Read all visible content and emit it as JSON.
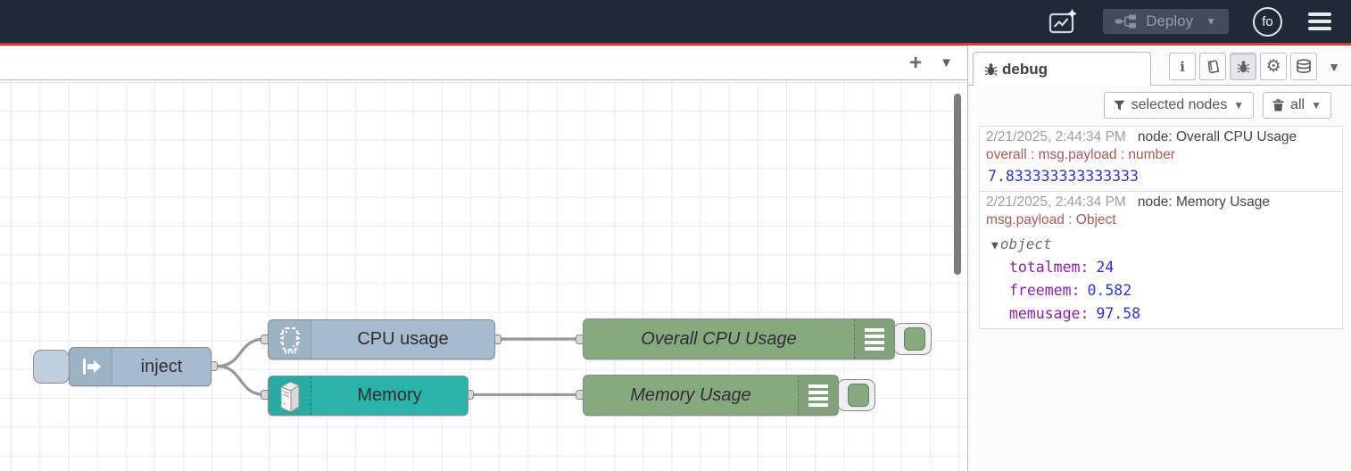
{
  "header": {
    "deploy_label": "Deploy",
    "avatar_label": "fo"
  },
  "workspace": {
    "add_tab_label": "+"
  },
  "nodes": {
    "inject": {
      "label": "inject"
    },
    "cpu": {
      "label": "CPU usage"
    },
    "memory": {
      "label": "Memory"
    },
    "overall_cpu": {
      "label": "Overall CPU Usage"
    },
    "memory_usage": {
      "label": "Memory Usage"
    }
  },
  "sidebar": {
    "tab_label": "debug",
    "filter_label": "selected nodes",
    "clear_label": "all",
    "messages": [
      {
        "timestamp": "2/21/2025, 2:44:34 PM",
        "node": "node: Overall CPU Usage",
        "property": "overall : msg.payload : number",
        "value": "7.833333333333333"
      },
      {
        "timestamp": "2/21/2025, 2:44:34 PM",
        "node": "node: Memory Usage",
        "property": "msg.payload : Object",
        "tree": {
          "root": "object",
          "entries": [
            {
              "key": "totalmem:",
              "value": "24"
            },
            {
              "key": "freemem:",
              "value": "0.582"
            },
            {
              "key": "memusage:",
              "value": "97.58"
            }
          ]
        }
      }
    ]
  },
  "colors": {
    "header_bg": "#1f2937",
    "accent_red": "#cf3a30",
    "node_inject": "#a6bbcf",
    "node_memory": "#2bb3aa",
    "node_debug": "#87a980",
    "wire": "#989898",
    "debug_number": "#2b38cf",
    "debug_key": "#8b23a5",
    "debug_property": "#ab5a58"
  }
}
